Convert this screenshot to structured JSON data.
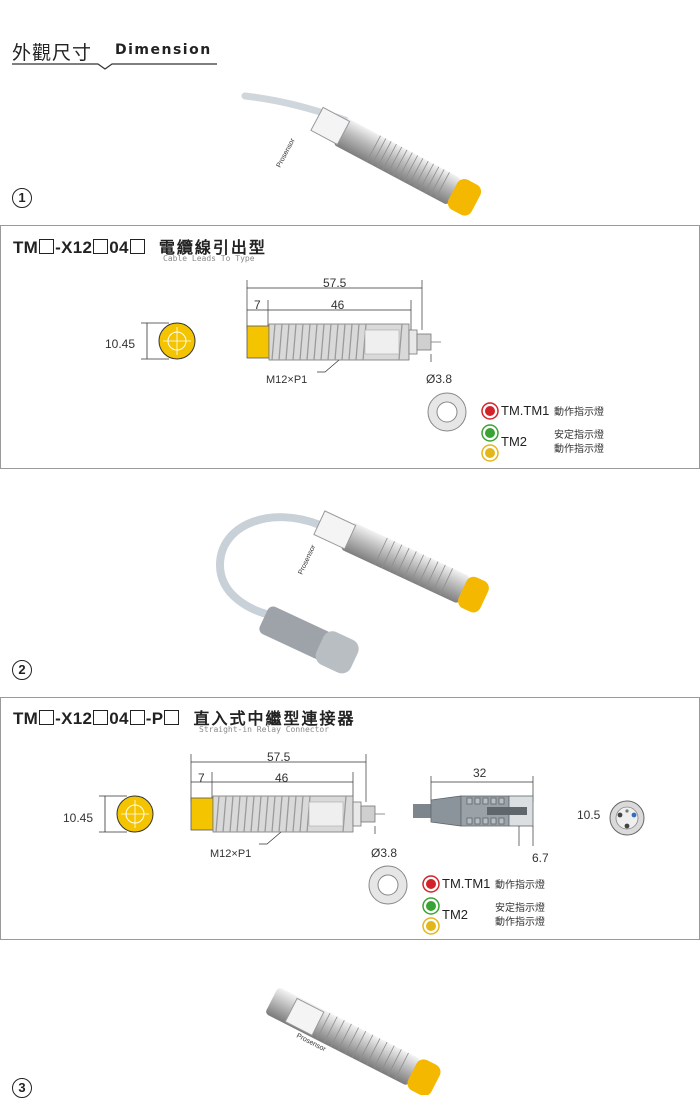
{
  "header": {
    "title_zh": "外觀尺寸",
    "title_en": "Dimension"
  },
  "labels": {
    "num1": "1",
    "num2": "2",
    "num3": "3",
    "brand": "Prosensor"
  },
  "section1": {
    "model_prefix": "TM",
    "model_mid1": "-X12",
    "model_mid2": "04",
    "title_zh": "電纜線引出型",
    "subtitle_en": "Cable Leads To Type",
    "diameter": "10.45",
    "total_length": "57.5",
    "head_length": "7",
    "thread_length": "46",
    "thread_spec": "M12×P1",
    "cable_dia": "Ø3.8",
    "led_tm": "TM.TM1",
    "led_tm_desc": "動作指示燈",
    "led_tm2": "TM2",
    "led_tm2_desc1": "安定指示燈",
    "led_tm2_desc2": "動作指示燈"
  },
  "section2": {
    "model_prefix": "TM",
    "model_mid1": "-X12",
    "model_mid2": "04",
    "model_mid3": "-P",
    "title_zh": "直入式中繼型連接器",
    "subtitle_en": "Straight-in Relay Connector",
    "diameter": "10.45",
    "total_length": "57.5",
    "head_length": "7",
    "thread_length": "46",
    "thread_spec": "M12×P1",
    "cable_dia": "Ø3.8",
    "connector_length": "32",
    "connector_tip": "6.7",
    "connector_dia": "10.5",
    "led_tm": "TM.TM1",
    "led_tm_desc": "動作指示燈",
    "led_tm2": "TM2",
    "led_tm2_desc1": "安定指示燈",
    "led_tm2_desc2": "動作指示燈"
  },
  "colors": {
    "yellow": "#f5c400",
    "metal": "#c8c8c8",
    "led_red": "#d2232a",
    "led_green": "#3aa335",
    "led_amber": "#e3b71a"
  }
}
